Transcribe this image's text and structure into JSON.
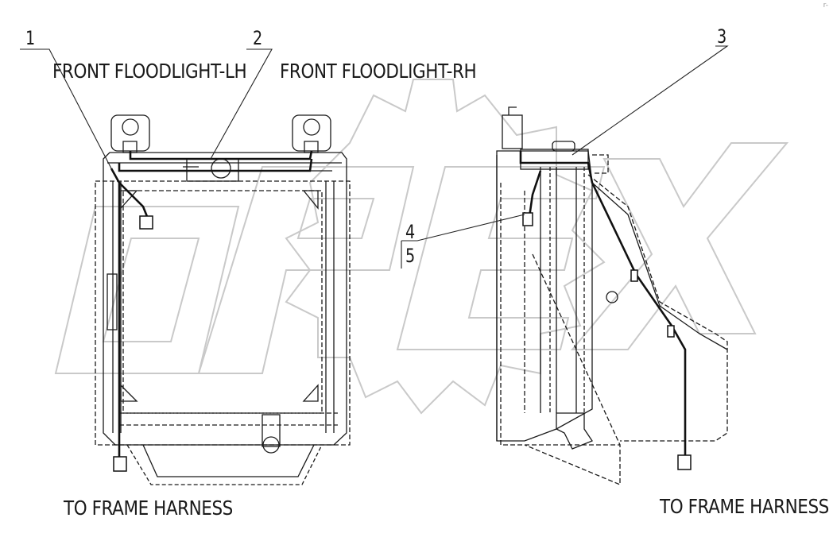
{
  "watermark": {
    "text": "OPEX"
  },
  "labels": {
    "front_floodlight_lh": "FRONT FLOODLIGHT-LH",
    "front_floodlight_rh": "FRONT FLOODLIGHT-RH",
    "to_frame_harness_left": "TO FRAME HARNESS",
    "to_frame_harness_right": "TO FRAME HARNESS"
  },
  "callouts": [
    "1",
    "2",
    "3",
    "4",
    "5"
  ],
  "corner_mark": "r-"
}
